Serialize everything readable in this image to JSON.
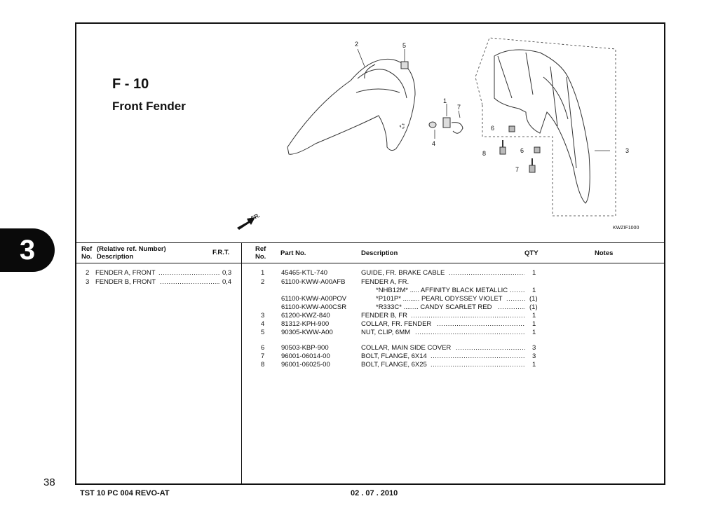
{
  "title": {
    "code": "F - 10",
    "name": "Front Fender"
  },
  "section_tab": "3",
  "page_number": "38",
  "footer": {
    "doc": "TST 10 PC 004 REVO-AT",
    "date": "02 . 07 . 2010"
  },
  "diagram": {
    "ref_code": "KWZIF1000",
    "fr_arrow_label": "FR.",
    "callouts": [
      "2",
      "5",
      "1",
      "7",
      "6",
      "4",
      "8",
      "6",
      "3",
      "7"
    ]
  },
  "left_table": {
    "headers": {
      "ref_no": [
        "Ref",
        "No."
      ],
      "description": [
        "(Relative ref. Number)",
        "Description"
      ],
      "frt": "F.R.T."
    },
    "rows": [
      {
        "ref": "2",
        "desc": "FENDER A, FRONT",
        "frt": "0,3"
      },
      {
        "ref": "3",
        "desc": "FENDER B, FRONT",
        "frt": "0,4"
      }
    ]
  },
  "right_table": {
    "headers": {
      "ref_no": [
        "Ref",
        "No."
      ],
      "part_no": "Part No.",
      "description": "Description",
      "qty": "QTY",
      "notes": "Notes"
    },
    "rows": [
      {
        "ref": "1",
        "part": "45465-KTL-740",
        "desc": "GUIDE, FR. BRAKE CABLE",
        "qty": "1"
      },
      {
        "ref": "2",
        "part": "61100-KWW-A00AFB",
        "desc": "FENDER A, FR.",
        "qty": ""
      },
      {
        "ref": "",
        "part": "",
        "desc": "*NHB12M* ..... AFFINITY BLACK METALLIC",
        "qty": "1"
      },
      {
        "ref": "",
        "part": "61100-KWW-A00POV",
        "desc": "*P101P* ......... PEARL ODYSSEY VIOLET",
        "qty": "(1)"
      },
      {
        "ref": "",
        "part": "61100-KWW-A00CSR",
        "desc": "*R333C* ........ CANDY SCARLET RED",
        "qty": "(1)"
      },
      {
        "ref": "3",
        "part": "61200-KWZ-840",
        "desc": "FENDER B, FR",
        "qty": "1"
      },
      {
        "ref": "4",
        "part": "81312-KPH-900",
        "desc": "COLLAR, FR. FENDER",
        "qty": "1"
      },
      {
        "ref": "5",
        "part": "90305-KWW-A00",
        "desc": "NUT, CLIP, 6MM",
        "qty": "1"
      },
      {
        "ref": "6",
        "part": "90503-KBP-900",
        "desc": "COLLAR, MAIN SIDE COVER",
        "qty": "3"
      },
      {
        "ref": "7",
        "part": "96001-06014-00",
        "desc": "BOLT, FLANGE, 6X14",
        "qty": "3"
      },
      {
        "ref": "8",
        "part": "96001-06025-00",
        "desc": "BOLT, FLANGE, 6X25",
        "qty": "1"
      }
    ]
  }
}
